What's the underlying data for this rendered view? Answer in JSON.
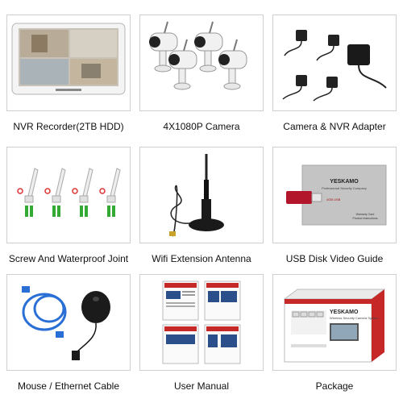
{
  "items": [
    {
      "caption": "NVR Recorder(2TB HDD)"
    },
    {
      "caption": "4X1080P Camera"
    },
    {
      "caption": "Camera & NVR Adapter"
    },
    {
      "caption": "Screw And Waterproof Joint"
    },
    {
      "caption": "Wifi Extension Antenna"
    },
    {
      "caption": "USB Disk Video Guide"
    },
    {
      "caption": "Mouse / Ethernet Cable"
    },
    {
      "caption": "User Manual"
    },
    {
      "caption": "Package"
    }
  ],
  "usb_box": {
    "brand": "YESKAMO",
    "subtitle": "Professional Security Company",
    "capacity": "4GB USB",
    "note1": "Warranty Card",
    "note2": "Product Instructions"
  },
  "package": {
    "brand": "YESKAMO",
    "line1": "Wireless Security Camera System"
  }
}
